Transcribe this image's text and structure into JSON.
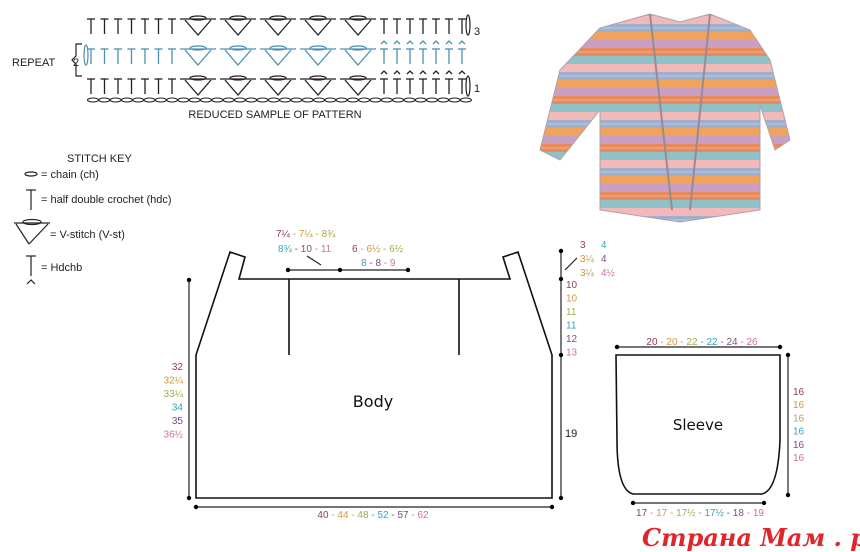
{
  "colors": {
    "s1": "#8e3a5e",
    "s2": "#d09a3c",
    "s3": "#a8a94c",
    "s4": "#3aa3b8",
    "s5": "#7d4a86",
    "s6": "#c8739f",
    "watermark": "#e0262b",
    "repeat_row": "#4a8fb0"
  },
  "stitch_chart": {
    "caption": "REDUCED SAMPLE OF PATTERN",
    "repeat_label": "REPEAT",
    "row_numbers": [
      "1",
      "2",
      "3"
    ]
  },
  "stitch_key": {
    "title": "STITCH KEY",
    "items": [
      {
        "icon": "chain-icon",
        "label": "= chain (ch)"
      },
      {
        "icon": "hdc-icon",
        "label": "= half double crochet (hdc)"
      },
      {
        "icon": "v-stitch-icon",
        "label": "= V-stitch (V-st)"
      },
      {
        "icon": "hdchb-icon",
        "label": "= Hdchb"
      }
    ]
  },
  "body": {
    "label": "Body",
    "neck_width": [
      [
        "7¼",
        "7¼",
        "8¾"
      ],
      [
        "8¾",
        "10",
        "11"
      ]
    ],
    "shoulder_width": [
      [
        "6",
        "6½",
        "6½"
      ],
      [
        "8",
        "8",
        "9"
      ]
    ],
    "shoulder_drop": [
      [
        "3",
        "4"
      ],
      [
        "3¼",
        "4"
      ],
      [
        "3¼",
        "4½"
      ]
    ],
    "armhole_depth": [
      "10",
      "10",
      "11",
      "11",
      "12",
      "13"
    ],
    "total_length": [
      "32",
      "32¼",
      "33¼",
      "34",
      "35",
      "36½"
    ],
    "side_length": "19",
    "width": [
      "40",
      "44",
      "48",
      "52",
      "57",
      "62"
    ]
  },
  "sleeve": {
    "label": "Sleeve",
    "top_width": [
      "20",
      "20",
      "22",
      "22",
      "24",
      "26"
    ],
    "length": [
      "16",
      "16",
      "16",
      "16",
      "16",
      "16"
    ],
    "cuff_width": [
      "17",
      "17",
      "17½",
      "17½",
      "18",
      "19"
    ]
  },
  "watermark": "Страна Мам . ру"
}
